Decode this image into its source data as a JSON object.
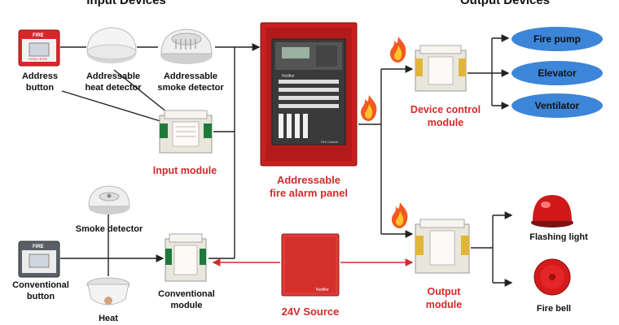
{
  "headers": {
    "input": "Input Devices",
    "output": "Output Devices"
  },
  "input_devices": {
    "address_button": "Address\nbutton",
    "heat_detector": "Addressable\nheat detector",
    "smoke_detector": "Addressable\nsmoke detector",
    "input_module": "Input module",
    "smoke_detector_conv": "Smoke detector",
    "conventional_button": "Conventional\nbutton",
    "heat": "Heat",
    "conventional_module": "Conventional\nmodule",
    "call_point_tag": "FIRE",
    "call_point_text": "PUSH HERE"
  },
  "panel": {
    "label": "Addressable\nfire alarm panel",
    "brand": "Notifier",
    "face_text": "Fire Control"
  },
  "power": {
    "label": "24V Source"
  },
  "device_control": {
    "label": "Device control\nmodule",
    "outputs": [
      "Fire pump",
      "Elevator",
      "Ventilator"
    ]
  },
  "output_module": {
    "label": "Output\nmodule",
    "outputs": [
      "Flashing light",
      "Fire bell"
    ]
  },
  "colors": {
    "accent": "#d42a2a",
    "pill": "#3d85d8",
    "panel": "#c8201f",
    "wire": "#222222"
  },
  "icons": [
    "call-point-icon",
    "heat-detector-icon",
    "smoke-detector-icon",
    "module-icon",
    "fire-icon",
    "strobe-icon",
    "bell-icon"
  ]
}
